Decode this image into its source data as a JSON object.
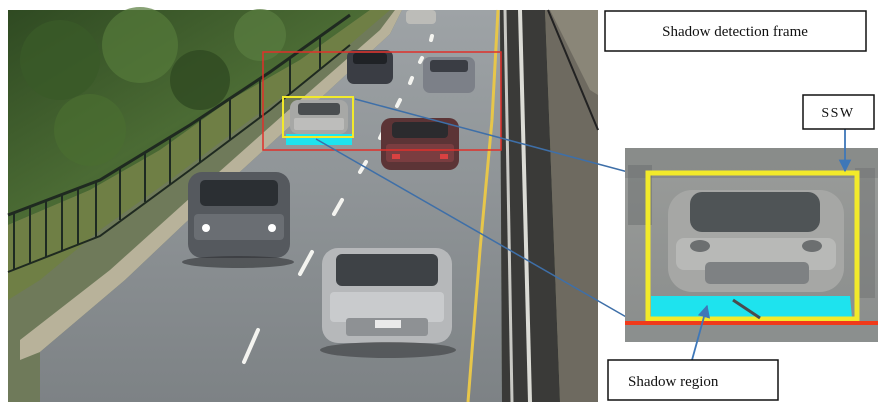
{
  "labels": {
    "shadow_detection_frame": "Shadow detection  frame",
    "ssw": "SSW",
    "shadow_region": "Shadow region"
  },
  "colors": {
    "detection_frame": "#e0302a",
    "ssw_box": "#f2ea2a",
    "shadow_fill": "#1ee3ee",
    "ground_line": "#f03a1a",
    "callout_line": "#3e6fa8",
    "arrow": "#3e77b8"
  }
}
